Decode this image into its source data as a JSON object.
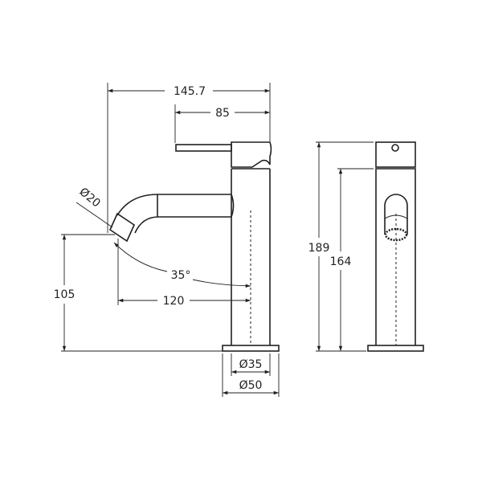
{
  "drawing": {
    "front_view": {
      "overall_reach": "145.7",
      "lever_length": "85",
      "outlet_diameter": "Ø20",
      "outlet_height": "105",
      "spout_angle": "35°",
      "spout_reach": "120",
      "body_diameter": "Ø35",
      "base_diameter": "Ø50"
    },
    "side_view": {
      "overall_height": "189",
      "body_height": "164"
    },
    "line_color": "#231f20"
  }
}
